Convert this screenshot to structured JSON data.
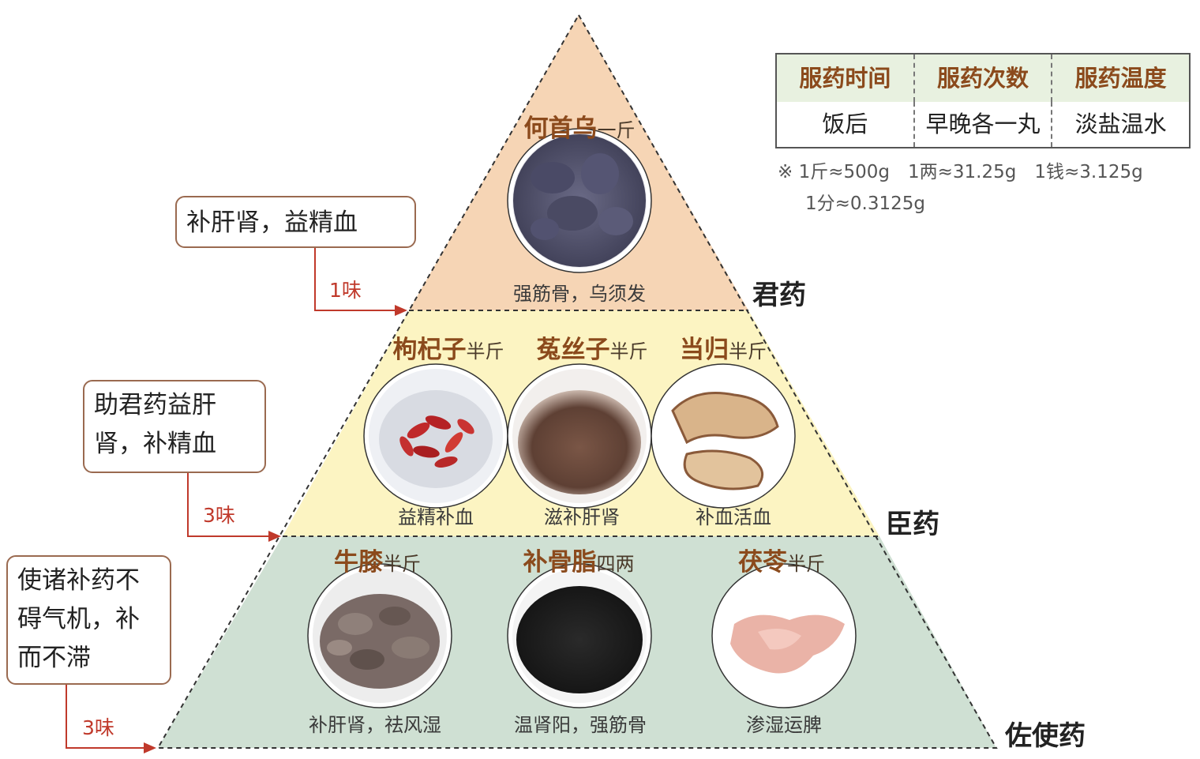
{
  "tiers": {
    "top": {
      "label": "君药",
      "callout": "补肝肾，益精血",
      "count": "1味",
      "herbs": [
        {
          "name": "何首乌",
          "amount": "一斤",
          "effect": "强筋骨，乌须发"
        }
      ]
    },
    "middle": {
      "label": "臣药",
      "callout": "助君药益肝肾，补精血",
      "count": "3味",
      "herbs": [
        {
          "name": "枸杞子",
          "amount": "半斤",
          "effect": "益精补血"
        },
        {
          "name": "菟丝子",
          "amount": "半斤",
          "effect": "滋补肝肾"
        },
        {
          "name": "当归",
          "amount": "半斤",
          "effect": "补血活血"
        }
      ]
    },
    "bottom": {
      "label": "佐使药",
      "callout": "使诸补药不碍气机，补而不滞",
      "count": "3味",
      "herbs": [
        {
          "name": "牛膝",
          "amount": "半斤",
          "effect": "补肝肾，祛风湿"
        },
        {
          "name": "补骨脂",
          "amount": "四两",
          "effect": "温肾阳，强筋骨"
        },
        {
          "name": "茯苓",
          "amount": "半斤",
          "effect": "渗湿运脾"
        }
      ]
    }
  },
  "table": {
    "headers": [
      "服药时间",
      "服药次数",
      "服药温度"
    ],
    "values": [
      "饭后",
      "早晚各一丸",
      "淡盐温水"
    ]
  },
  "notes": {
    "line1": "※ 1斤≈500g　1两≈31.25g　1钱≈3.125g",
    "line2": "1分≈0.3125g"
  },
  "colors": {
    "top_fill": "#f6d5b5",
    "middle_fill": "#fcf4c2",
    "bottom_fill": "#cfe0d3",
    "herb_name": "#8b4a1c",
    "count_text": "#c0392b",
    "arrow": "#c0392b",
    "callout_border": "#9a6a50"
  },
  "photos": [
    {
      "herb": "何首乌",
      "icon": "dark-root-chunks"
    },
    {
      "herb": "枸杞子",
      "icon": "red-berries-on-plate"
    },
    {
      "herb": "菟丝子",
      "icon": "brown-seed-pile"
    },
    {
      "herb": "当归",
      "icon": "root-slices"
    },
    {
      "herb": "牛膝",
      "icon": "gray-root-pieces"
    },
    {
      "herb": "补骨脂",
      "icon": "black-seeds"
    },
    {
      "herb": "茯苓",
      "icon": "pink-fungus-block"
    }
  ]
}
